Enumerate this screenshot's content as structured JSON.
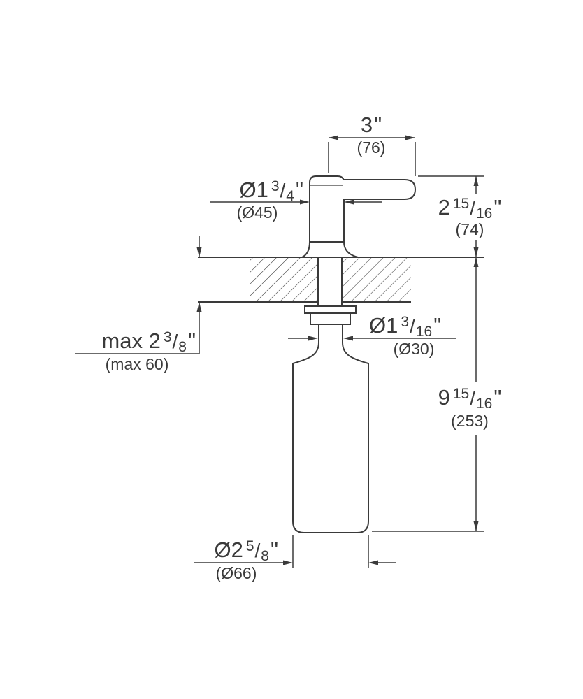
{
  "page": {
    "background": "#ffffff",
    "line_color": "#3a3a3a",
    "subject": "deck-mounted soap dispenser technical drawing"
  },
  "fraction_slash": "/",
  "dimensions": {
    "spout_reach": {
      "imperial_whole": "3",
      "imperial_suffix": "\"",
      "metric": "(76)"
    },
    "head_diameter": {
      "imperial_whole": "Ø1",
      "fraction_numerator": "3",
      "fraction_denominator": "4",
      "imperial_suffix": "\"",
      "metric": "(Ø45)"
    },
    "height_above_deck": {
      "imperial_whole": "2",
      "fraction_numerator": "15",
      "fraction_denominator": "16",
      "imperial_suffix": "\"",
      "metric": "(74)"
    },
    "max_deck_thickness": {
      "imperial_whole": "max 2",
      "fraction_numerator": "3",
      "fraction_denominator": "8",
      "imperial_suffix": "\"",
      "metric": "(max 60)"
    },
    "neck_diameter": {
      "imperial_whole": "Ø1",
      "fraction_numerator": "3",
      "fraction_denominator": "16",
      "imperial_suffix": "\"",
      "metric": "(Ø30)"
    },
    "height_below_deck": {
      "imperial_whole": "9",
      "fraction_numerator": "15",
      "fraction_denominator": "16",
      "imperial_suffix": "\"",
      "metric": "(253)"
    },
    "bottle_diameter": {
      "imperial_whole": "Ø2",
      "fraction_numerator": "5",
      "fraction_denominator": "8",
      "imperial_suffix": "\"",
      "metric": "(Ø66)"
    }
  }
}
